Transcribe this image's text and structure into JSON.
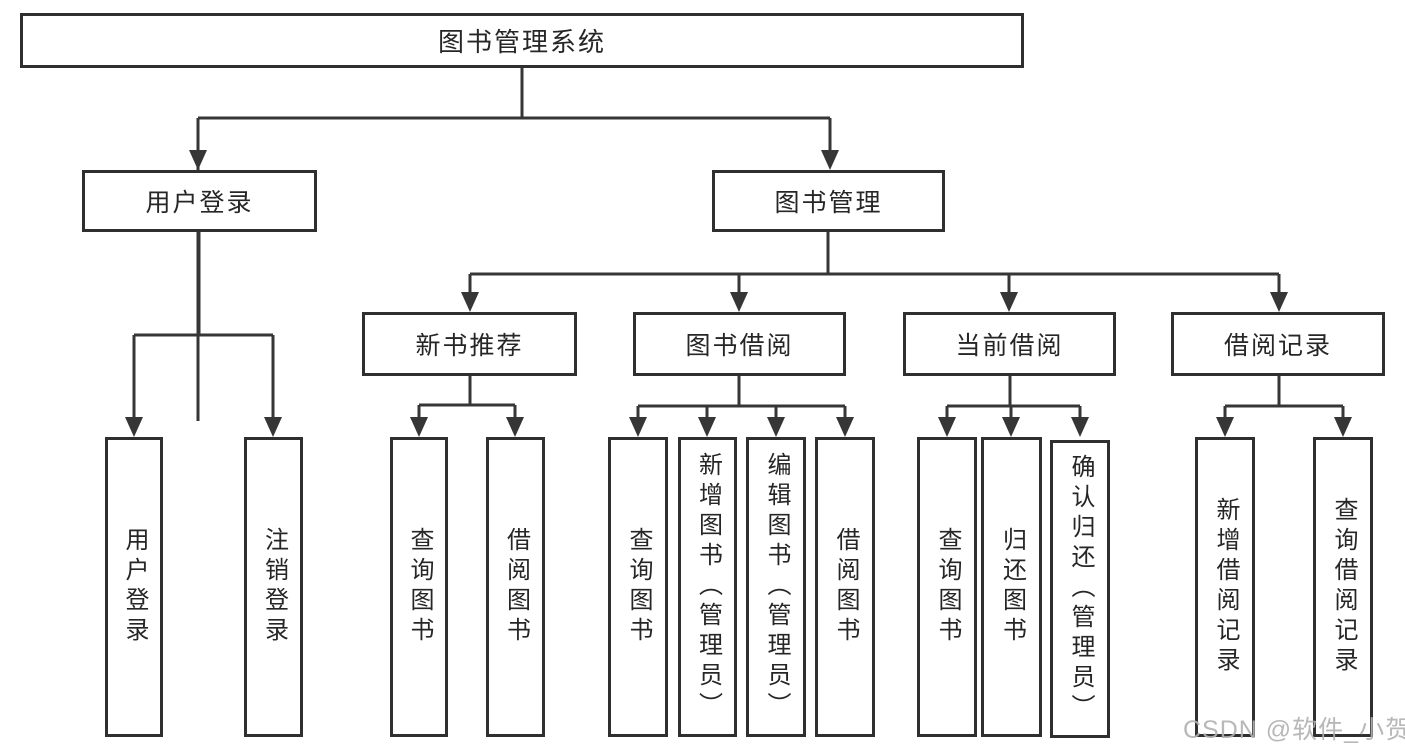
{
  "title": "图书管理系统",
  "tree": {
    "root": {
      "label": "图书管理系统"
    },
    "branches": [
      {
        "label": "用户登录",
        "children": [
          "用户登录",
          "注销登录"
        ]
      },
      {
        "label": "图书管理",
        "groups": [
          {
            "label": "新书推荐",
            "children": [
              "查询图书",
              "借阅图书"
            ]
          },
          {
            "label": "图书借阅",
            "children": [
              "查询图书",
              "新增图书（管理员）",
              "编辑图书（管理员）",
              "借阅图书"
            ]
          },
          {
            "label": "当前借阅",
            "children": [
              "查询图书",
              "归还图书",
              "确认归还（管理员）"
            ]
          },
          {
            "label": "借阅记录",
            "children": [
              "新增借阅记录",
              "查询借阅记录"
            ]
          }
        ]
      }
    ]
  },
  "watermark": {
    "text": "CSDN @软件_小贺同学"
  },
  "colors": {
    "line": "#363636",
    "box_border": "#2f2f2f",
    "text": "#262626",
    "watermark": "#b1b1b1",
    "background": "#ffffff"
  }
}
